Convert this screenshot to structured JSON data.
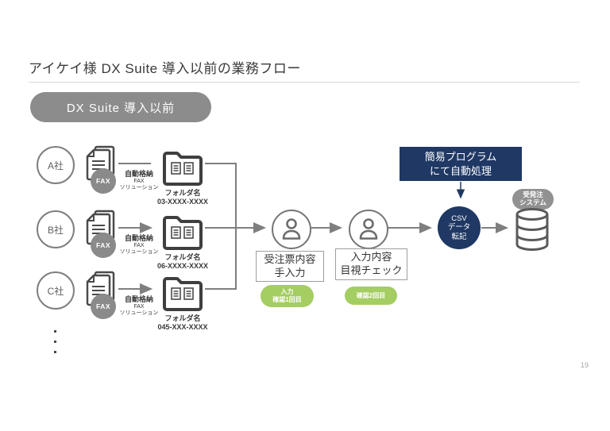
{
  "page": {
    "title": "アイケイ様 DX Suite 導入以前の業務フロー",
    "page_number": "19"
  },
  "stage_pill": {
    "label": "DX Suite 導入以前"
  },
  "flow": {
    "rows": [
      {
        "company": "A社",
        "fax_badge": "FAX",
        "arrow_label_line1": "自動格納",
        "arrow_label_line2": "FAX",
        "arrow_label_line3": "ソリューション",
        "folder_label_line1": "フォルダ名",
        "folder_label_line2": "03-XXXX-XXXX"
      },
      {
        "company": "B社",
        "fax_badge": "FAX",
        "arrow_label_line1": "自動格納",
        "arrow_label_line2": "FAX",
        "arrow_label_line3": "ソリューション",
        "folder_label_line1": "フォルダ名",
        "folder_label_line2": "06-XXXX-XXXX"
      },
      {
        "company": "C社",
        "fax_badge": "FAX",
        "arrow_label_line1": "自動格納",
        "arrow_label_line2": "FAX",
        "arrow_label_line3": "ソリューション",
        "folder_label_line1": "フォルダ名",
        "folder_label_line2": "045-XXX-XXXX"
      }
    ]
  },
  "steps": {
    "step1": {
      "box_line1": "受注票内容",
      "box_line2": "手入力",
      "badge_line1": "入力",
      "badge_line2": "確認1回目"
    },
    "step2": {
      "box_line1": "入力内容",
      "box_line2": "目視チェック",
      "badge_line1": "確認2回目"
    }
  },
  "automation": {
    "program_line1": "簡易プログラム",
    "program_line2": "にて自動処理",
    "csv_line1": "CSV",
    "csv_line2": "データ",
    "csv_line3": "転記"
  },
  "output_system": {
    "badge_line1": "受発注",
    "badge_line2": "システム"
  },
  "colors": {
    "navy": "#1F3864",
    "green": "#A4CD62",
    "pill_gray": "#8C8C8C"
  }
}
